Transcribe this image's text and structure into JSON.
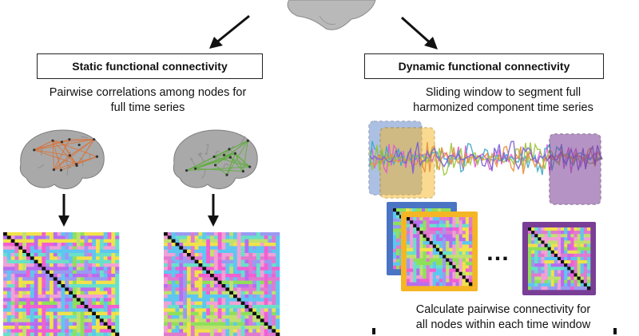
{
  "static": {
    "title": "Static functional connectivity",
    "caption_line1": "Pairwise correlations among nodes for",
    "caption_line2": "full time series",
    "edge_colors": [
      "#d9743c",
      "#5fae3c"
    ]
  },
  "dynamic": {
    "title": "Dynamic functional connectivity",
    "caption_line1": "Sliding window to segment full",
    "caption_line2": "harmonized component time series",
    "bottom_line1": "Calculate pairwise connectivity for",
    "bottom_line2": "all nodes within each time window",
    "ellipsis": "…",
    "window_colors": [
      "#4a74c4",
      "#f4b624",
      "#7a3e96"
    ],
    "series_colors": [
      "#e05bd0",
      "#39a9c9",
      "#9cc43a",
      "#e8903a",
      "#7a5fd4"
    ]
  },
  "matrix_palette": [
    "#f25fd2",
    "#b86cf0",
    "#5ec6f0",
    "#8ee05a",
    "#f0e24a",
    "#f2a0d6",
    "#6ae0c8",
    "#c0e070",
    "#e07ad0",
    "#9a9af2"
  ]
}
